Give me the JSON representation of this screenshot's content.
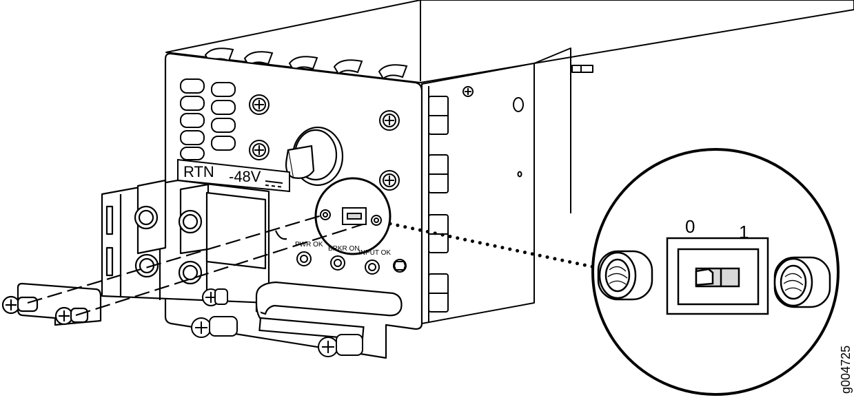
{
  "figure": {
    "id": "g004725",
    "terminal_labels": {
      "return": "RTN",
      "voltage": "-48V"
    },
    "led_labels": [
      "PWR OK",
      "BRKR ON",
      "INPUT OK"
    ],
    "switch_positions": {
      "off": "0",
      "on": "1"
    }
  },
  "colors": {
    "line": "#000000",
    "fill": "#ffffff",
    "switch_fill": "#d9d9d9"
  }
}
